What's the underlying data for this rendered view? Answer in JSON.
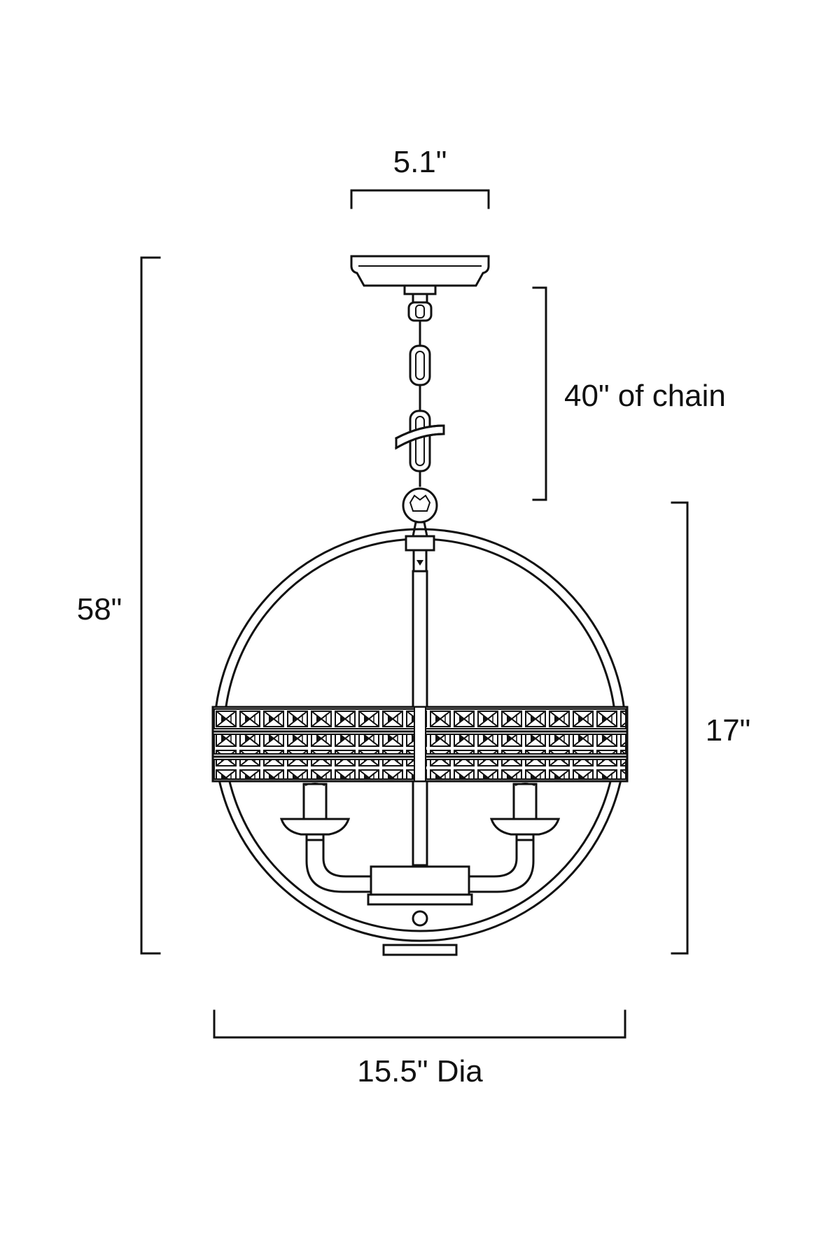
{
  "diagram": {
    "dimensions": {
      "canopy_width": "5.1\"",
      "chain_length": "40\" of chain",
      "overall_height": "58\"",
      "fixture_height": "17\"",
      "diameter": "15.5\" Dia"
    },
    "colors": {
      "line": "#111111",
      "background": "#ffffff"
    }
  }
}
